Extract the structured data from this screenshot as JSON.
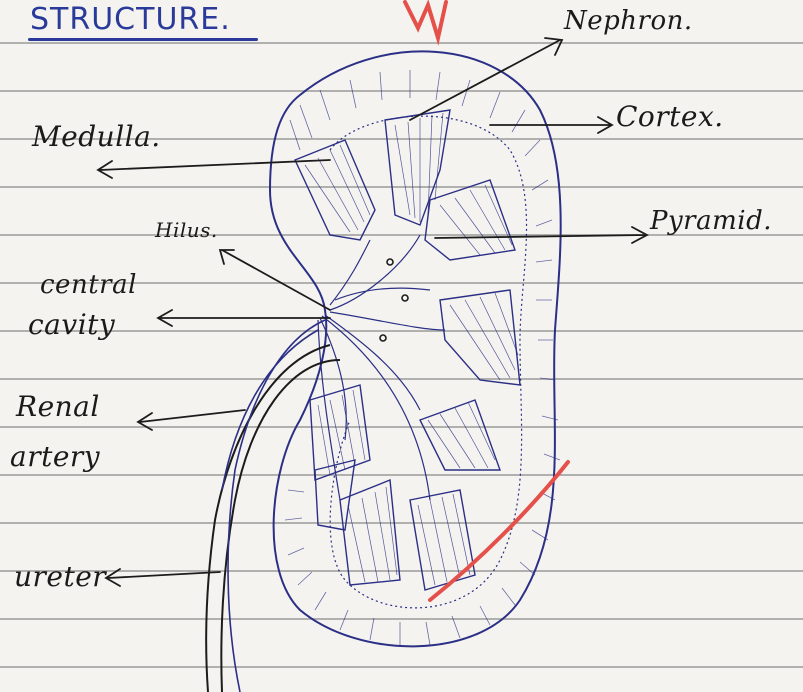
{
  "title": "STRUCTURE.",
  "labels": {
    "nephron": "Nephron.",
    "cortex": "Cortex.",
    "medulla": "Medulla.",
    "hilus": "Hilus.",
    "pyramid": "Pyramid.",
    "central_cavity_line1": "central",
    "central_cavity_line2": "cavity",
    "renal_artery_line1": "Renal",
    "renal_artery_line2": "artery",
    "ureter": "ureter"
  },
  "colors": {
    "ink_blue": "#2b2f86",
    "ink_dark": "#1c1c1c",
    "pen_red": "#e5504a"
  }
}
